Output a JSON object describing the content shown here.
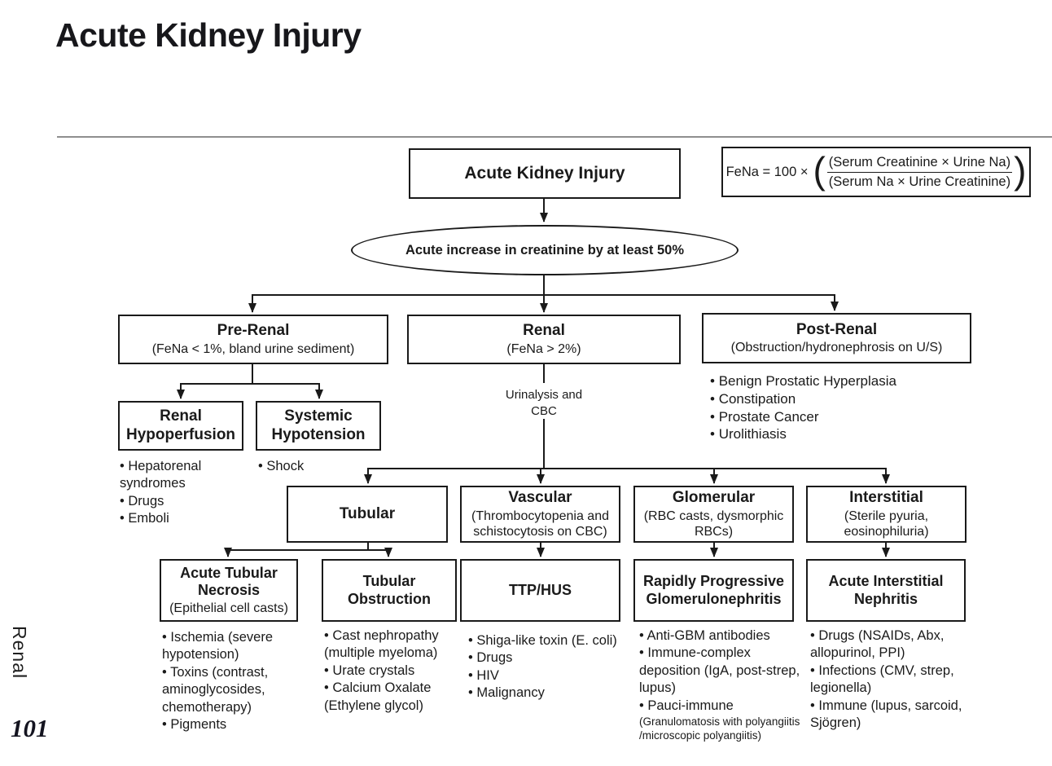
{
  "page": {
    "title": "Acute Kidney Injury",
    "sidebar_label": "Renal",
    "page_number": "101"
  },
  "formula": {
    "lhs": "FeNa = 100 ×",
    "numerator": "(Serum Creatinine × Urine Na)",
    "denominator": "(Serum Na × Urine Creatinine)"
  },
  "chart": {
    "root_label": "Acute Kidney Injury",
    "criteria_label": "Acute increase in creatinine by at least 50%",
    "pre_renal": {
      "title": "Pre-Renal",
      "subtitle": "(FeNa < 1%, bland urine sediment)"
    },
    "renal": {
      "title": "Renal",
      "subtitle": "(FeNa > 2%)"
    },
    "post_renal": {
      "title": "Post-Renal",
      "subtitle": "(Obstruction/hydronephrosis on U/S)",
      "bullets": [
        "Benign Prostatic Hyperplasia",
        "Constipation",
        "Prostate Cancer",
        "Urolithiasis"
      ]
    },
    "renal_hypoperfusion": {
      "title": "Renal Hypoperfusion",
      "bullets": [
        "Hepatorenal syndromes",
        "Drugs",
        "Emboli"
      ]
    },
    "systemic_hypotension": {
      "title": "Systemic Hypotension",
      "bullets": [
        "Shock"
      ]
    },
    "renal_workup_label": "Urinalysis and CBC",
    "tubular": {
      "title": "Tubular"
    },
    "vascular": {
      "title": "Vascular",
      "subtitle": "(Thrombocytopenia and schistocytosis on CBC)"
    },
    "glomerular": {
      "title": "Glomerular",
      "subtitle": "(RBC casts, dysmorphic RBCs)"
    },
    "interstitial": {
      "title": "Interstitial",
      "subtitle": "(Sterile pyuria, eosinophiluria)"
    },
    "atn": {
      "title": "Acute Tubular Necrosis",
      "subtitle": "(Epithelial cell casts)",
      "bullets": [
        "Ischemia (severe hypotension)",
        "Toxins (contrast, aminoglycosides, chemotherapy)",
        "Pigments"
      ]
    },
    "tubular_obstruction": {
      "title": "Tubular Obstruction",
      "bullets": [
        "Cast nephropathy (multiple myeloma)",
        "Urate crystals",
        "Calcium Oxalate (Ethylene glycol)"
      ]
    },
    "ttp_hus": {
      "title": "TTP/HUS",
      "bullets": [
        "Shiga-like toxin (E. coli)",
        "Drugs",
        "HIV",
        "Malignancy"
      ]
    },
    "rpgn": {
      "title": "Rapidly Progressive Glomerulonephritis",
      "bullets": [
        "Anti-GBM antibodies",
        "Immune-complex deposition (IgA, post-strep, lupus)",
        "Pauci-immune"
      ],
      "pauci_note": "(Granulomatosis with polyangiitis /microscopic polyangiitis)"
    },
    "ain": {
      "title": "Acute Interstitial Nephritis",
      "bullets": [
        "Drugs (NSAIDs, Abx, allopurinol, PPI)",
        "Infections (CMV, strep, legionella)",
        "Immune (lupus, sarcoid, Sjögren)"
      ]
    }
  },
  "colors": {
    "line": "#1a1a1a",
    "rule": "#8f8f8f",
    "text": "#1a1a1a",
    "background": "#ffffff"
  }
}
